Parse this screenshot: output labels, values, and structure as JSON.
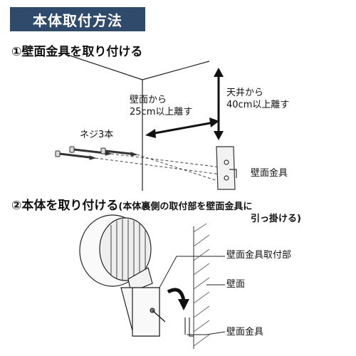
{
  "title": "本体取付方法",
  "step1": {
    "heading": "①壁面金具を取り付ける",
    "wall_distance": [
      "壁面から",
      "25cm以上離す"
    ],
    "ceiling_distance": [
      "天井から",
      "40cm以上離す"
    ],
    "screws_label": "ネジ3本",
    "bracket_label": "壁面金具"
  },
  "step2": {
    "heading": "②本体を取り付ける",
    "note_line1": "(本体裏側の取付部を壁面金具に",
    "note_line2": "引っ掛ける)",
    "mount_part_label": "壁面金具取付部",
    "wall_label": "壁面",
    "bracket_label": "壁面金具"
  },
  "colors": {
    "title_bg": "#2f4a6b",
    "title_text": "#ffffff"
  },
  "icons": [
    "curved-arrow-icon",
    "screw-icon"
  ]
}
